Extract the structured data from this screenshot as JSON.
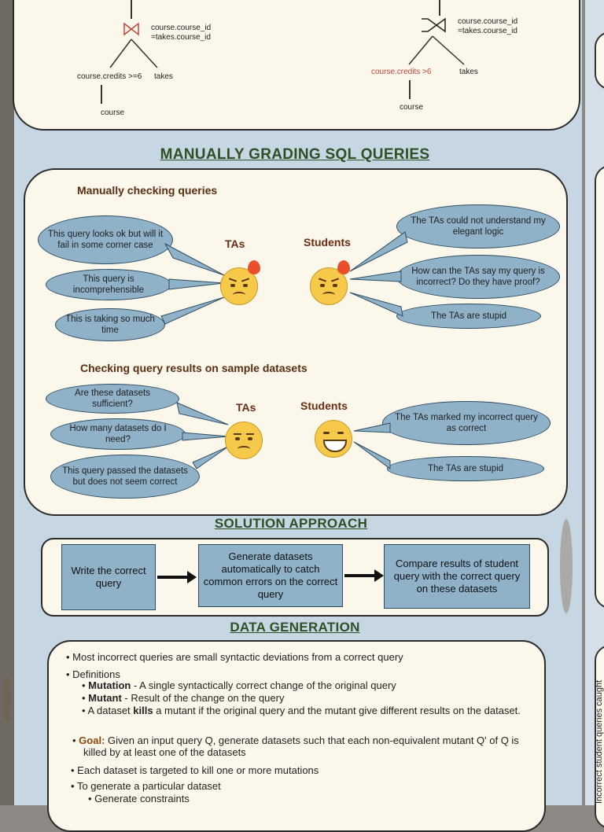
{
  "top_diagram": {
    "left_join_label": "course.course_id\n=takes.course_id",
    "left_filter": "course.credits >=6",
    "left_takes": "takes",
    "left_course": "course",
    "right_join_label": "course.course_id\n=takes.course_id",
    "right_filter": "course.credits >6",
    "right_takes": "takes",
    "right_course": "course"
  },
  "manual_grading": {
    "title": "MANUALLY GRADING SQL QUERIES",
    "section1": {
      "subtitle": "Manually checking queries",
      "tas_label": "TAs",
      "students_label": "Students",
      "tas_bubbles": [
        "This query looks ok but will it fail in some corner case",
        "This query is incomprehensible",
        "This is taking so much time"
      ],
      "students_bubbles": [
        "The TAs could not understand my elegant logic",
        "How can the TAs say my query is incorrect? Do they have proof?",
        "The TAs are stupid"
      ]
    },
    "section2": {
      "subtitle": "Checking query results on sample datasets",
      "tas_label": "TAs",
      "students_label": "Students",
      "tas_bubbles": [
        "Are these datasets sufficient?",
        "How many datasets do I need?",
        "This query passed the datasets but does not seem correct"
      ],
      "students_bubbles": [
        "The TAs marked my incorrect query as correct",
        "The TAs are stupid"
      ]
    }
  },
  "solution": {
    "title": "SOLUTION APPROACH",
    "steps": [
      "Write the correct query",
      "Generate datasets automatically to catch common errors on the correct query",
      "Compare results of student query with the correct query on these datasets"
    ]
  },
  "data_generation": {
    "title": "DATA GENERATION",
    "bullet1": "Most incorrect queries are small syntactic deviations from a correct query",
    "definitions": "Definitions",
    "mutation_term": "Mutation",
    "mutation_def": " - A single syntactically correct change of the original query",
    "mutant_term": "Mutant",
    "mutant_def": " - Result of the change on the query",
    "kills_pre": "A dataset ",
    "kills_term": "kills",
    "kills_post": " a mutant if the original query and the mutant give different results on the dataset.",
    "goal_term": "Goal:",
    "goal_text": " Given an input query Q, generate datasets such that each non-equivalent mutant Q' of Q is killed by at least one of the datasets",
    "bullet3": "Each dataset is targeted to kill one or more mutations",
    "bullet4": "To generate a particular dataset",
    "sub_bullet": "Generate constraints"
  },
  "side_panel": {
    "axis_label": "Incorrect student queries caught"
  }
}
